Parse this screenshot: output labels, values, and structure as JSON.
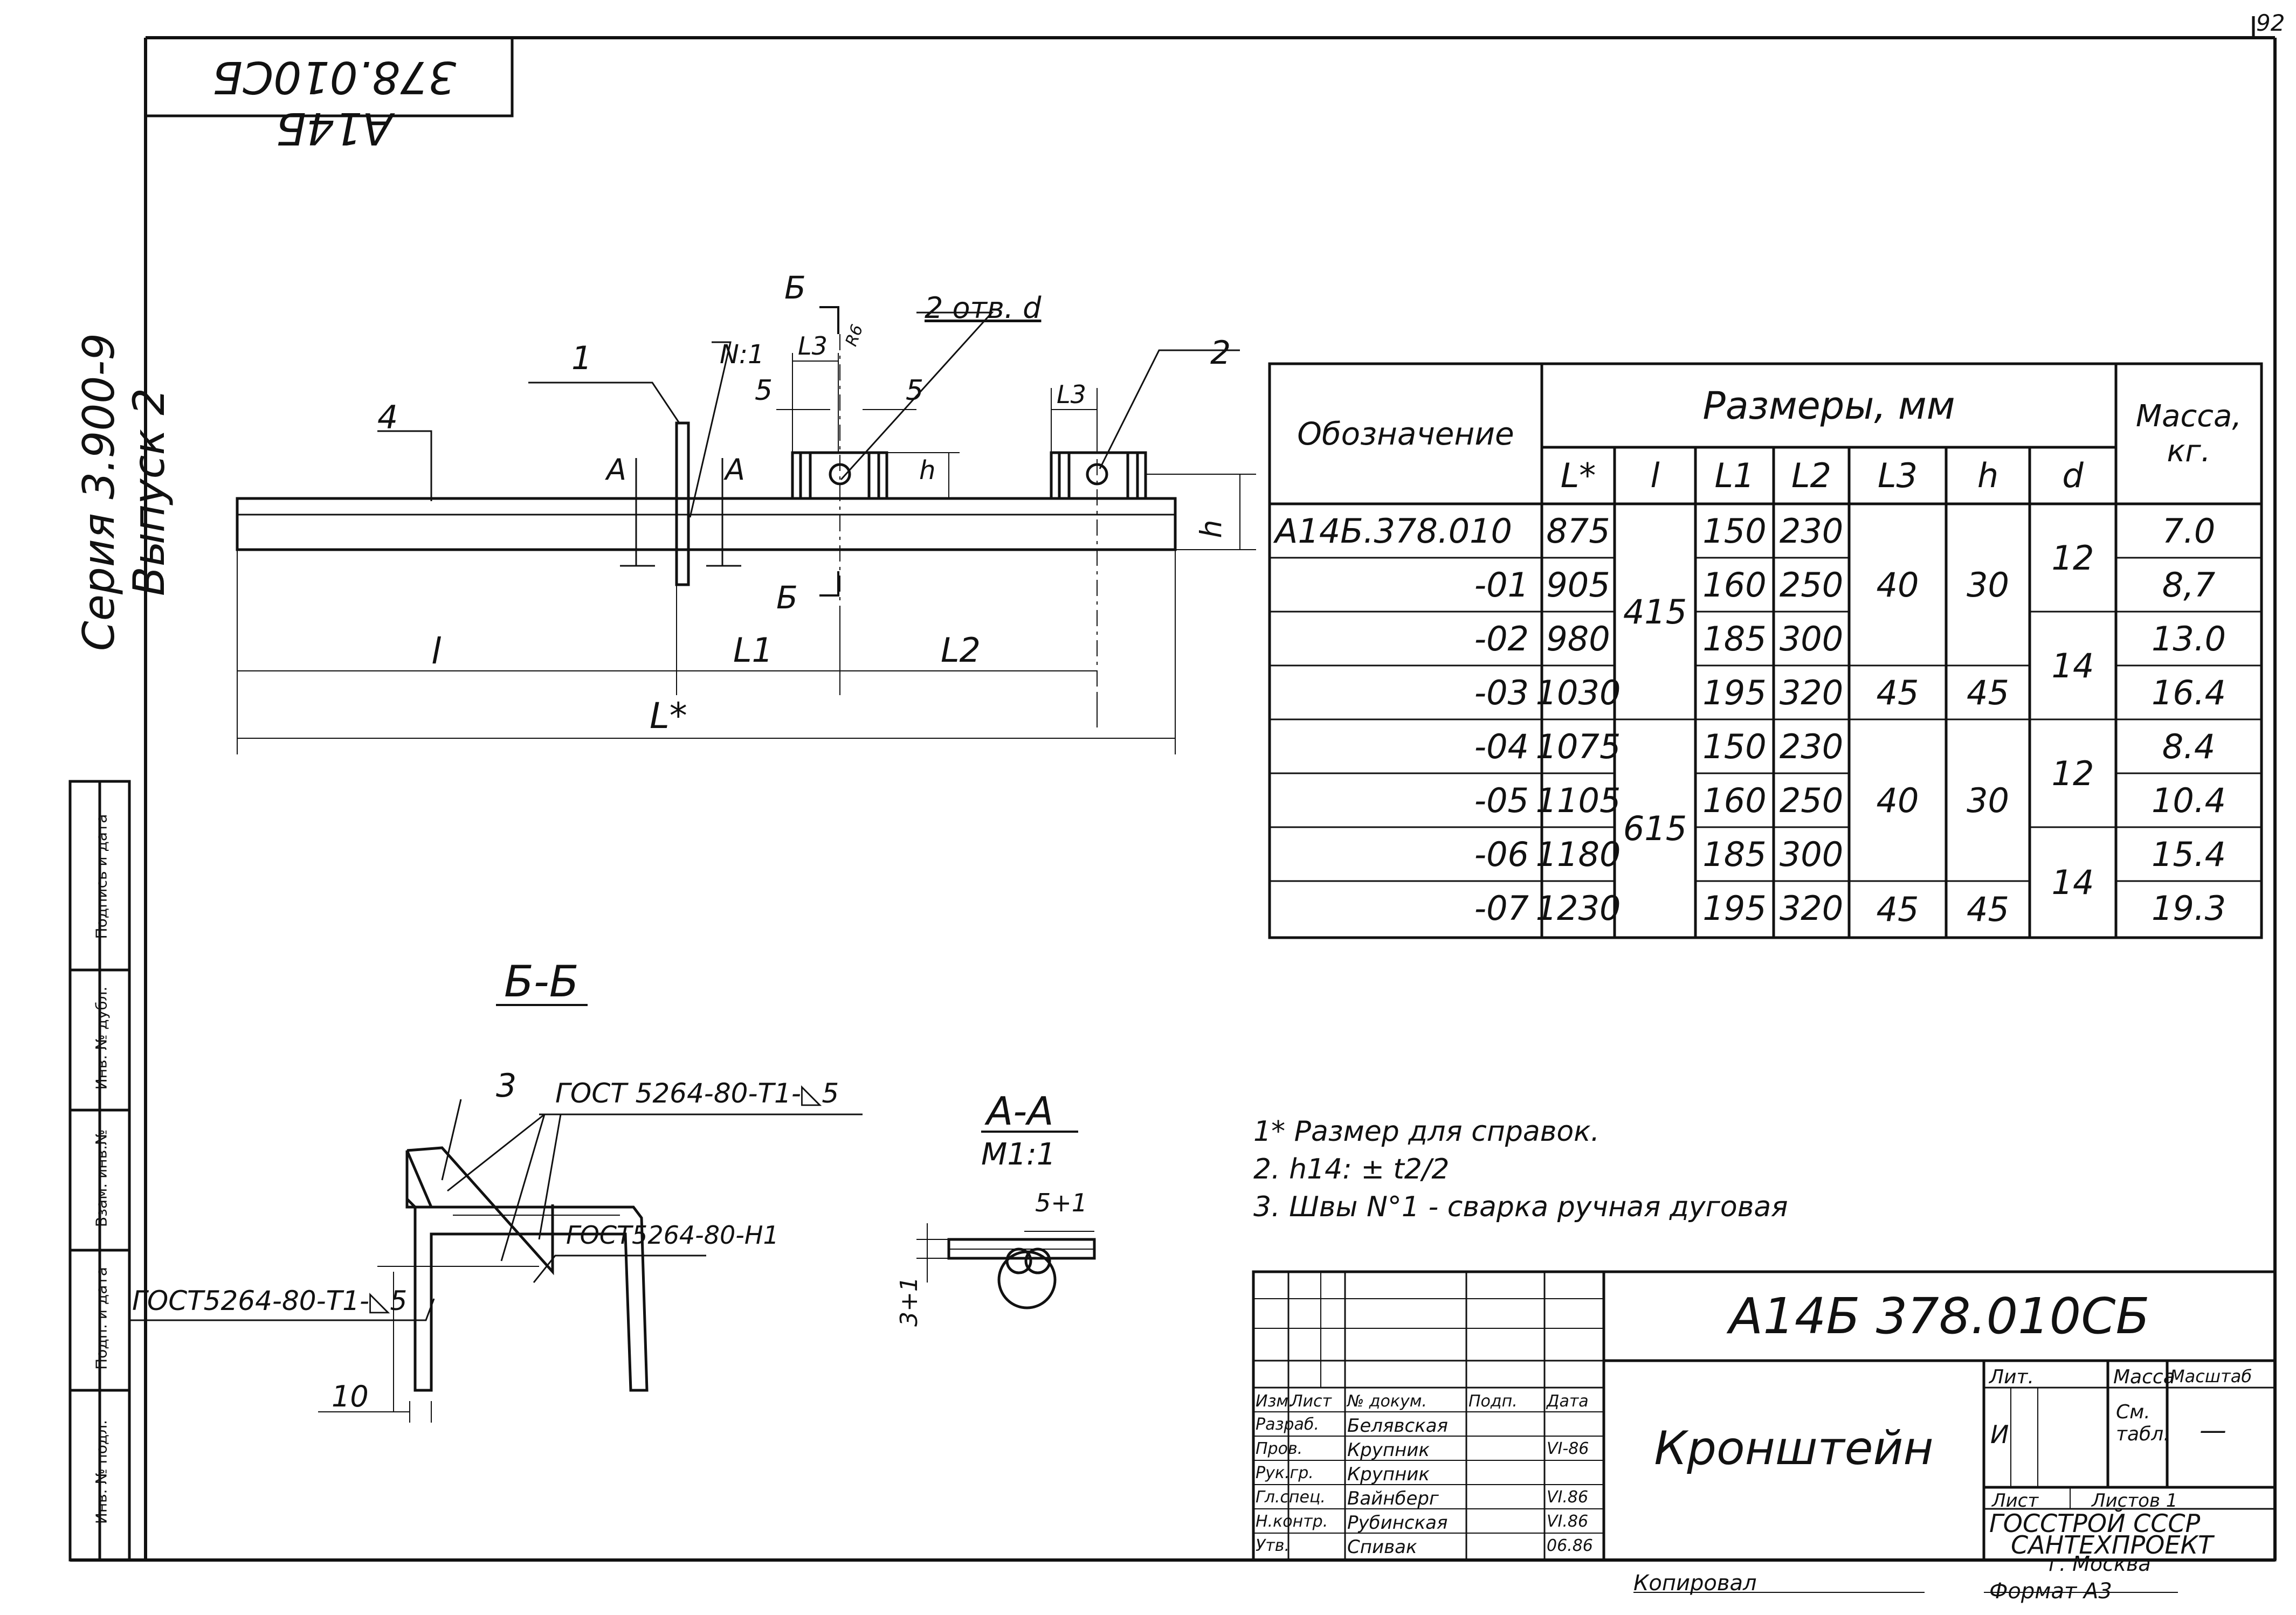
{
  "page_number": "92",
  "stamp_rotated": "А14Б 378.010СБ",
  "series_text": "Серия 3.900-9  Выпуск 2",
  "side_columns": [
    "Инв. № подл.",
    "Подп. и дата",
    "Взам. инв.№",
    "Инв. № дубл.",
    "Подпись и дата"
  ],
  "drawing": {
    "labels": {
      "part1": "1",
      "part2": "2",
      "part4": "4",
      "part3": "3",
      "weld_no": "N:1",
      "holes": "2 отв. d",
      "b_top": "Б",
      "b_bottom": "Б",
      "a_left": "A",
      "a_right": "A",
      "l3_a": "L3",
      "l3_b": "L3",
      "s5_a": "5",
      "s5_b": "5",
      "h_a": "h",
      "h_b": "h",
      "r": "R6",
      "dim_l": "l",
      "dim_l1": "L1",
      "dim_l2": "L2",
      "dim_L": "L*"
    },
    "section_bb": {
      "title": "Б-Б",
      "gost_top": "ГОСТ 5264-80-Т1-◺5",
      "gost_mid": "ГОСТ5264-80-Н1",
      "gost_left": "ГОСТ5264-80-Т1-◺5",
      "dim_10": "10"
    },
    "section_aa": {
      "title": "А-А",
      "scale": "М1:1",
      "dim_top": "5+1",
      "dim_side": "3+1"
    }
  },
  "table": {
    "header_designation": "Обозначение",
    "header_dims": "Размеры, мм",
    "header_mass": "Масса, кг.",
    "subheaders": [
      "L*",
      "l",
      "L1",
      "L2",
      "L3",
      "h",
      "d"
    ],
    "rows": [
      {
        "des": "А14Б.378.010",
        "L": "875",
        "L1": "150",
        "L2": "230",
        "mass": "7.0"
      },
      {
        "des": "-01",
        "L": "905",
        "L1": "160",
        "L2": "250",
        "mass": "8,7"
      },
      {
        "des": "-02",
        "L": "980",
        "L1": "185",
        "L2": "300",
        "mass": "13.0"
      },
      {
        "des": "-03",
        "L": "1030",
        "L1": "195",
        "L2": "320",
        "mass": "16.4"
      },
      {
        "des": "-04",
        "L": "1075",
        "L1": "150",
        "L2": "230",
        "mass": "8.4"
      },
      {
        "des": "-05",
        "L": "1105",
        "L1": "160",
        "L2": "250",
        "mass": "10.4"
      },
      {
        "des": "-06",
        "L": "1180",
        "L1": "185",
        "L2": "300",
        "mass": "15.4"
      },
      {
        "des": "-07",
        "L": "1230",
        "L1": "195",
        "L2": "320",
        "mass": "19.3"
      }
    ],
    "merged": {
      "l_a": "415",
      "l_b": "615",
      "l3_a": "40",
      "l3_b": "45",
      "l3_c": "40",
      "l3_d": "45",
      "h_a": "30",
      "h_b": "45",
      "h_c": "30",
      "h_d": "45",
      "d_a": "12",
      "d_b": "14",
      "d_c": "12",
      "d_d": "14"
    }
  },
  "notes": [
    "1* Размер для справок.",
    "2. h14: ± t2/2",
    "3. Швы N°1 - сварка ручная дуговая"
  ],
  "title_block": {
    "doc_number": "А14Б 378.010СБ",
    "name": "Кронштейн",
    "header_cols": [
      "Изм.",
      "Лист",
      "№ докум.",
      "Подп.",
      "Дата"
    ],
    "people": [
      {
        "role": "Разраб.",
        "name": "Белявская",
        "date": ""
      },
      {
        "role": "Пров.",
        "name": "Крупник",
        "date": "VI-86"
      },
      {
        "role": "Рук.гр.",
        "name": "Крупник",
        "date": ""
      },
      {
        "role": "Гл.спец.",
        "name": "Вайнберг",
        "date": "VI.86"
      },
      {
        "role": "Н.контр.",
        "name": "Рубинская",
        "date": "VI.86"
      },
      {
        "role": "Утв.",
        "name": "Спивак",
        "date": "06.86"
      }
    ],
    "lit_label": "Лит.",
    "mass_label": "Масса",
    "scale_label": "Масштаб",
    "lit_value": "И",
    "mass_value": "См. табл.",
    "scale_value": "—",
    "sheet_label": "Лист",
    "sheets_label": "Листов 1",
    "org_lines": [
      "ГОССТРОЙ СССР",
      "САНТЕХПРОЕКТ",
      "г. Москва"
    ],
    "copied": "Копировал",
    "format": "Формат А3"
  }
}
